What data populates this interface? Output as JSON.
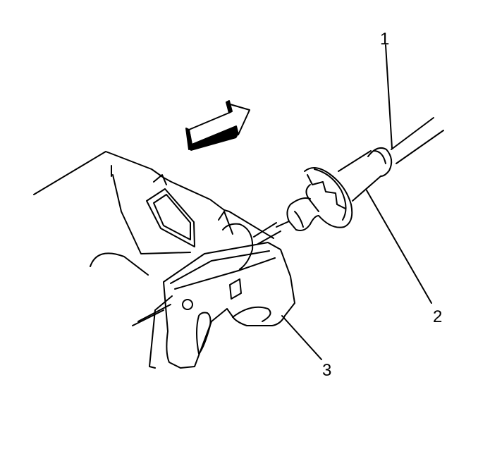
{
  "callouts": {
    "c1": "1",
    "c2": "2",
    "c3": "3"
  },
  "parts": {
    "cable": "cable-icon",
    "cable-end-fitting": "cable-fitting-icon",
    "bracket": "bracket-icon",
    "direction-arrow": "arrow-icon"
  },
  "colors": {
    "line": "#000000",
    "background": "#ffffff"
  }
}
